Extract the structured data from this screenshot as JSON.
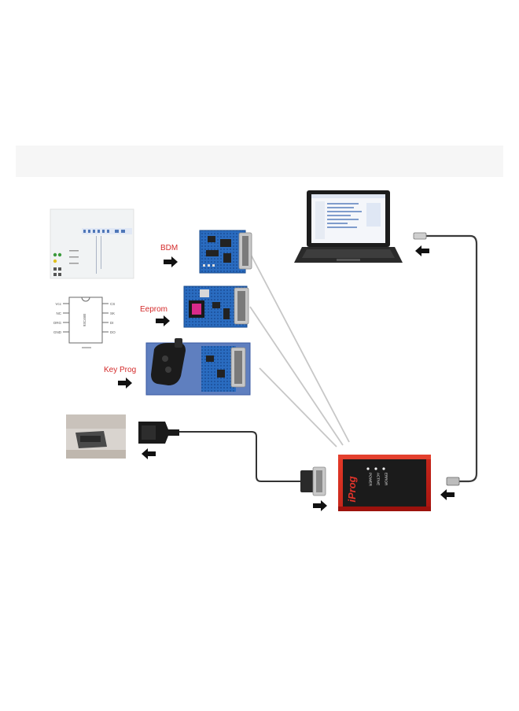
{
  "labels": {
    "bdm": "BDM",
    "eeprom": "Eeprom",
    "key_prog": "Key Prog"
  },
  "pinout": {
    "chip_marking": "93C46B",
    "left_pins": [
      "Vcc",
      "NC",
      "ORG",
      "GND"
    ],
    "right_pins": [
      "CS",
      "SK",
      "DI",
      "DO"
    ]
  },
  "device": {
    "brand": "iProg",
    "leds": [
      "POWER",
      "ACTIVE",
      "ERROR"
    ]
  },
  "colors": {
    "label_red": "#d42a2a",
    "arrow": "#111111",
    "cable": "#333333",
    "board_blue": "#1f5fb0",
    "device_red": "#d2231c",
    "device_body": "#1b1b1b"
  },
  "icons": {
    "arrow": "black-right-arrow-icon",
    "reverse_arrow": "black-left-arrow-icon"
  }
}
